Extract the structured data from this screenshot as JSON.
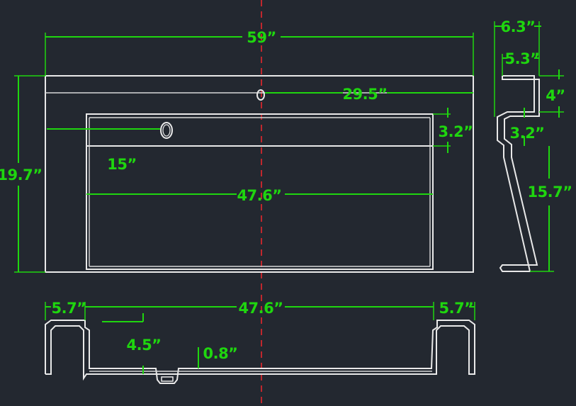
{
  "colors": {
    "background": "#232830",
    "outline": "#e9e9e9",
    "dimension": "#1fd60f",
    "centerline": "#c0272d"
  },
  "dimensions": {
    "top_width": "59”",
    "height_total": "19.7”",
    "faucet_offset": "29.5”",
    "drain_offset": "15”",
    "inner_width": "47.6”",
    "rim_height": "3.2”",
    "side_top": "6.3”",
    "side_inner_top": "5.3”",
    "side_back": "4”",
    "side_rim": "3.2”",
    "side_depth": "15.7”",
    "bottom_left": "5.7”",
    "bottom_inner": "47.6”",
    "bottom_right": "5.7”",
    "bottom_depth": "4.5”",
    "bottom_slope": "0.8”"
  }
}
